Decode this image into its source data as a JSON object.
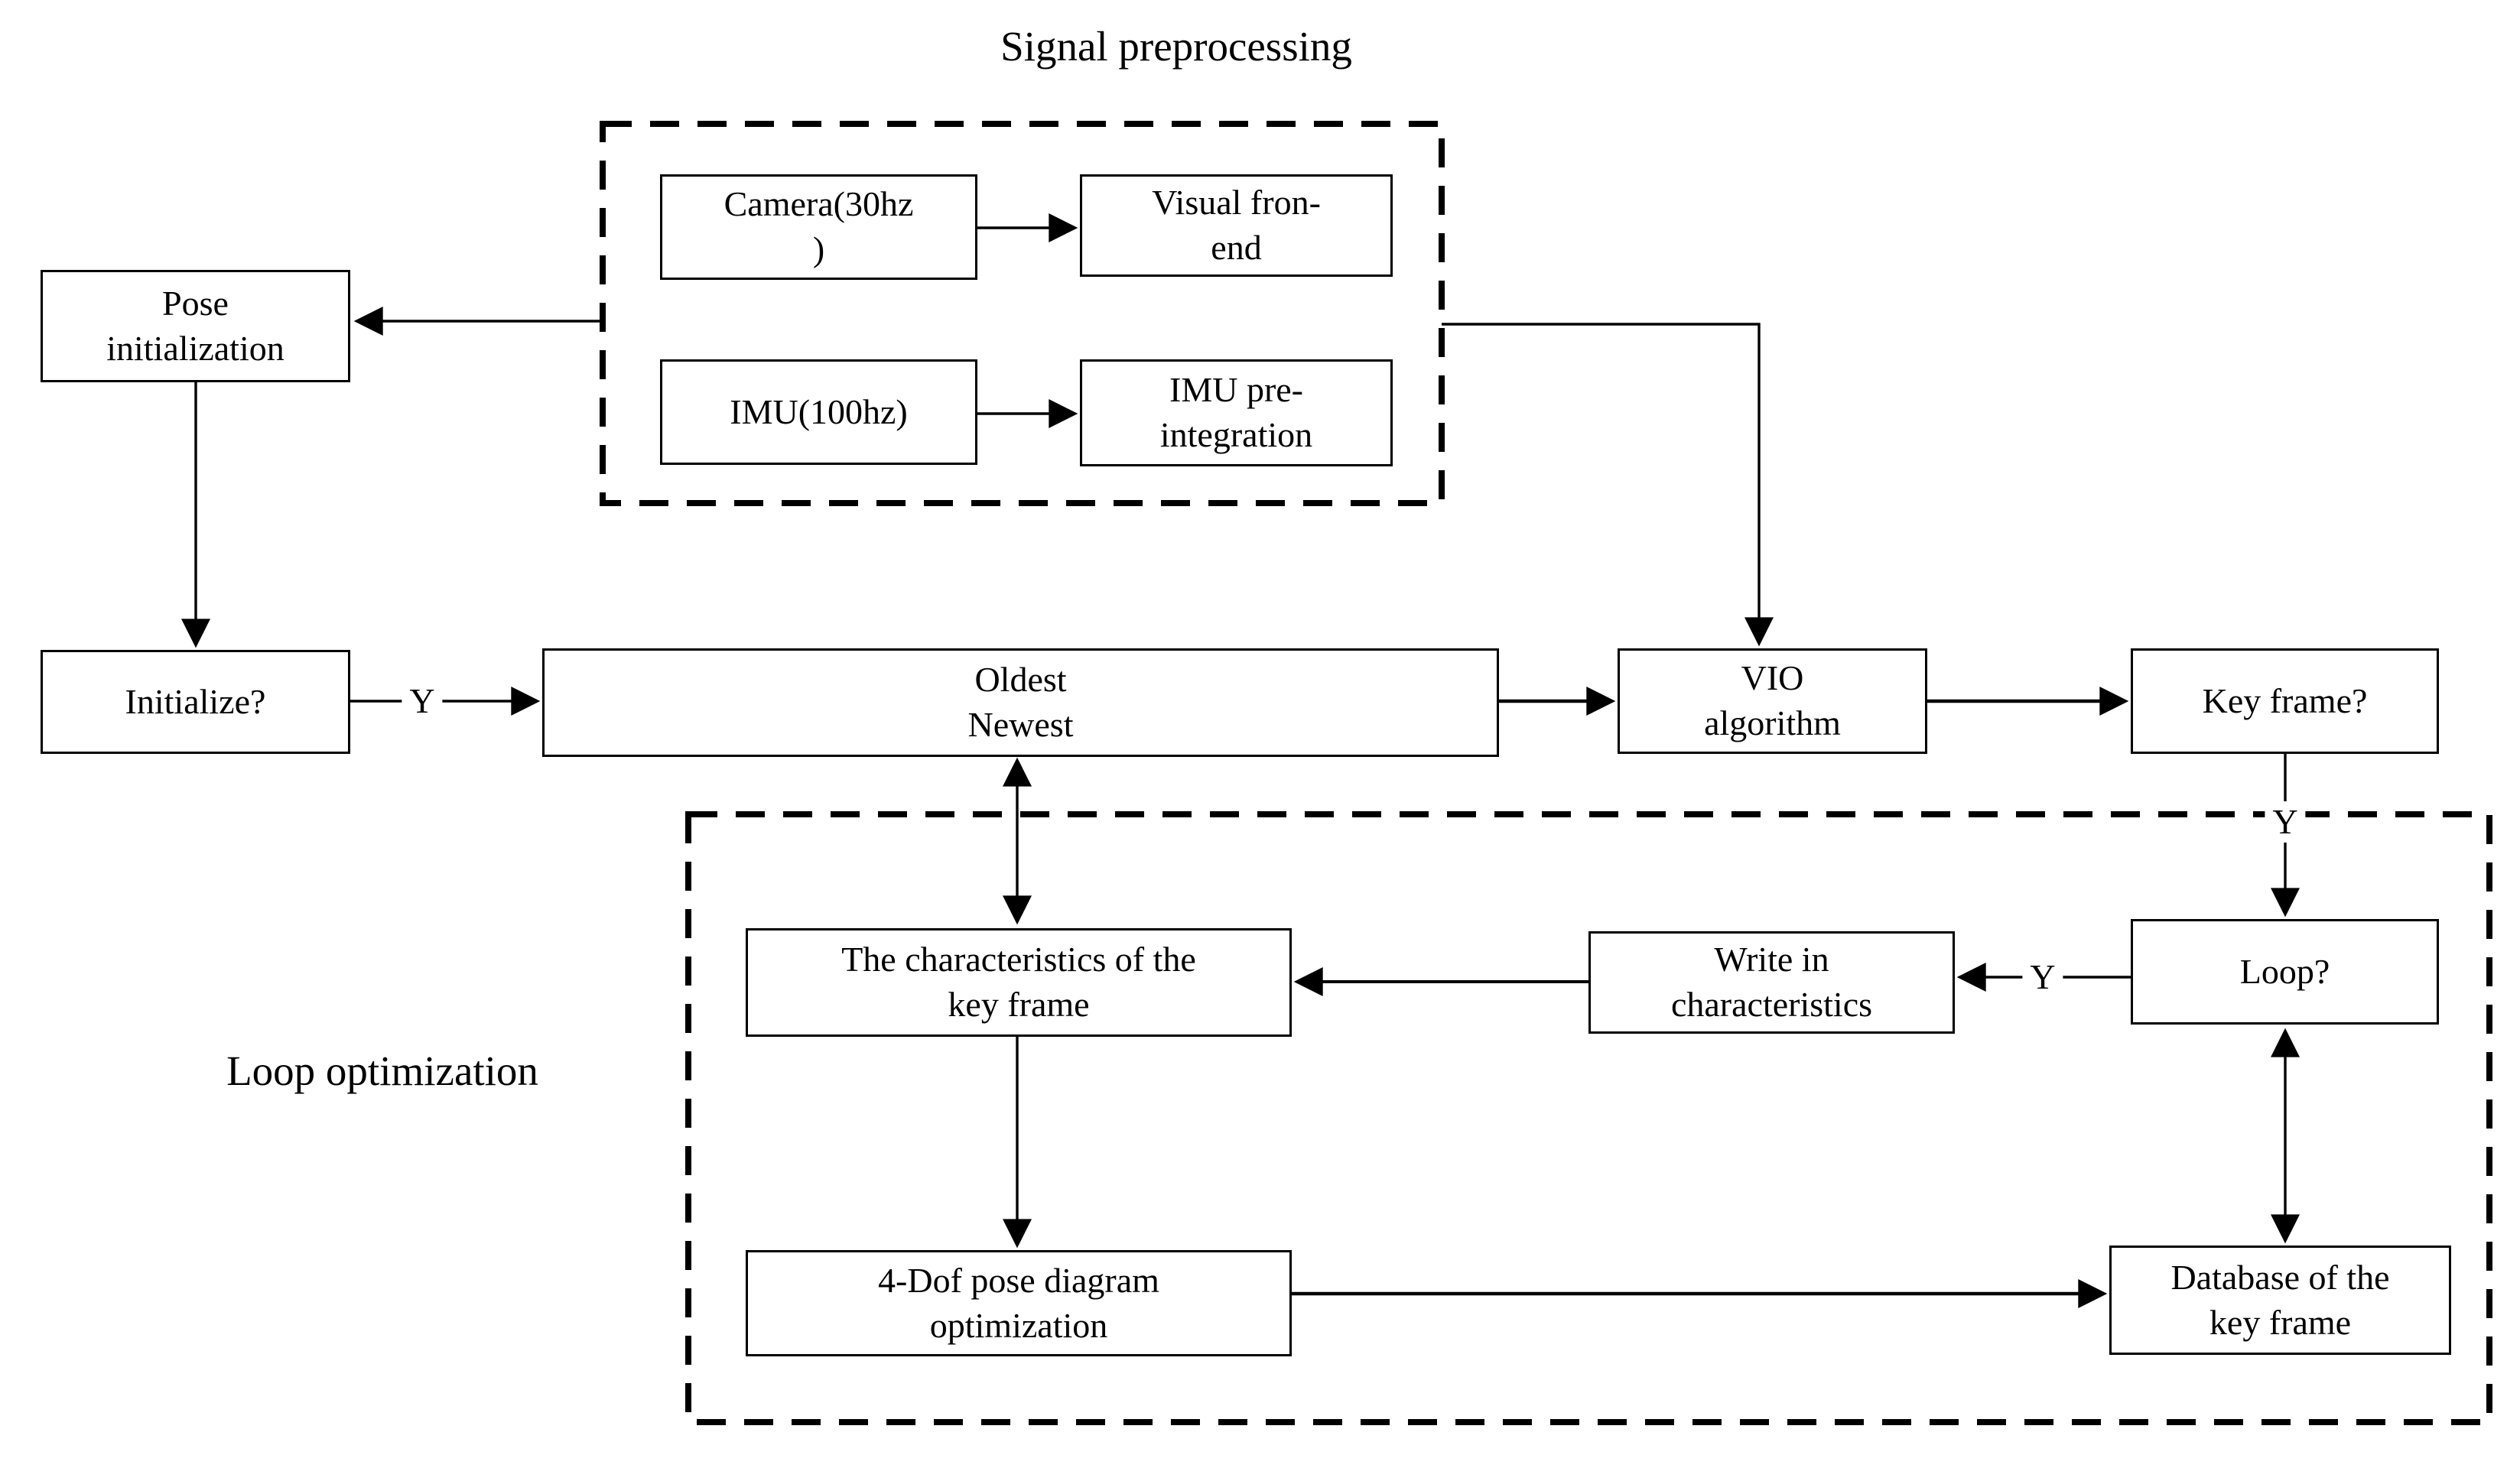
{
  "diagram": {
    "background_color": "#ffffff",
    "line_color": "#000000",
    "groups": {
      "signal_preprocessing": {
        "title": "Signal preprocessing"
      },
      "loop_optimization": {
        "label": "Loop optimization"
      }
    },
    "nodes": {
      "camera": {
        "label": "Camera(30hz\n)"
      },
      "visual_frontend": {
        "label": "Visual fron-\nend"
      },
      "imu": {
        "label": "IMU(100hz)"
      },
      "imu_preintegration": {
        "label": "IMU pre-\nintegration"
      },
      "pose_initialization": {
        "label": "Pose\ninitialization"
      },
      "initialize": {
        "label": "Initialize?"
      },
      "buffer": {
        "label": "Oldest\nNewest"
      },
      "vio_algorithm": {
        "label": "VIO\nalgorithm"
      },
      "key_frame": {
        "label": "Key frame?"
      },
      "characteristics_of_key_frame": {
        "label": "The characteristics of the\nkey frame"
      },
      "write_in_characteristics": {
        "label": "Write in\ncharacteristics"
      },
      "loop": {
        "label": "Loop?"
      },
      "pose_graph_optimization": {
        "label": "4-Dof pose diagram\noptimization"
      },
      "database_of_key_frame": {
        "label": "Database of the\nkey frame"
      }
    },
    "edge_labels": {
      "initialize_yes": "Y",
      "key_frame_yes": "Y",
      "loop_yes": "Y"
    }
  }
}
